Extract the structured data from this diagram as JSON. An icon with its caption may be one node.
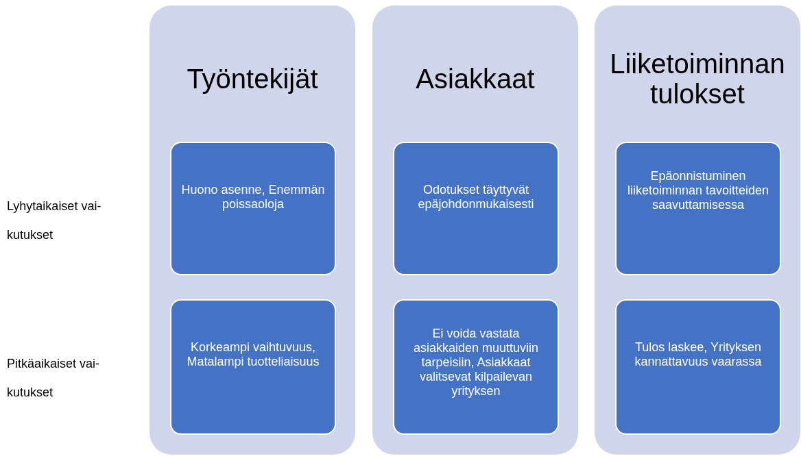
{
  "diagram": {
    "nodes": [
      {
        "text": [
          "Työntekijät"
        ]
      },
      {
        "text": [
          "Huono asenne, Enemmän poissaoloja"
        ],
        "in": 0
      },
      {
        "text": [
          "Korkeampi vaihtuvuus, Matalampi tuotteliaisuus"
        ],
        "in": 0
      },
      {
        "text": [
          "Asiakkaat"
        ]
      },
      {
        "text": [
          "Odotukset täyttyvät epäjohdonmukaisesti"
        ],
        "in": 3
      },
      {
        "text": [
          "Ei voida vastata asiakkaiden muuttuviin tarpeisiin, Asiakkaat valitsevat kilpailevan yrityksen"
        ],
        "in": 3
      },
      {
        "text": [
          "Liiketoiminnan tulokset"
        ]
      },
      {
        "text": [
          "Epäonnistuminen liiketoiminnan tavoitteiden saavuttamisessa"
        ],
        "in": 6
      },
      {
        "text": [
          "Tulos laskee, Yrityksen kannattavuus vaarassa"
        ],
        "in": 6
      }
    ],
    "labels": [
      "Lyhytaikaiset vai-kutukset",
      "Pitkäaikaiset vai-kutukset"
    ]
  }
}
